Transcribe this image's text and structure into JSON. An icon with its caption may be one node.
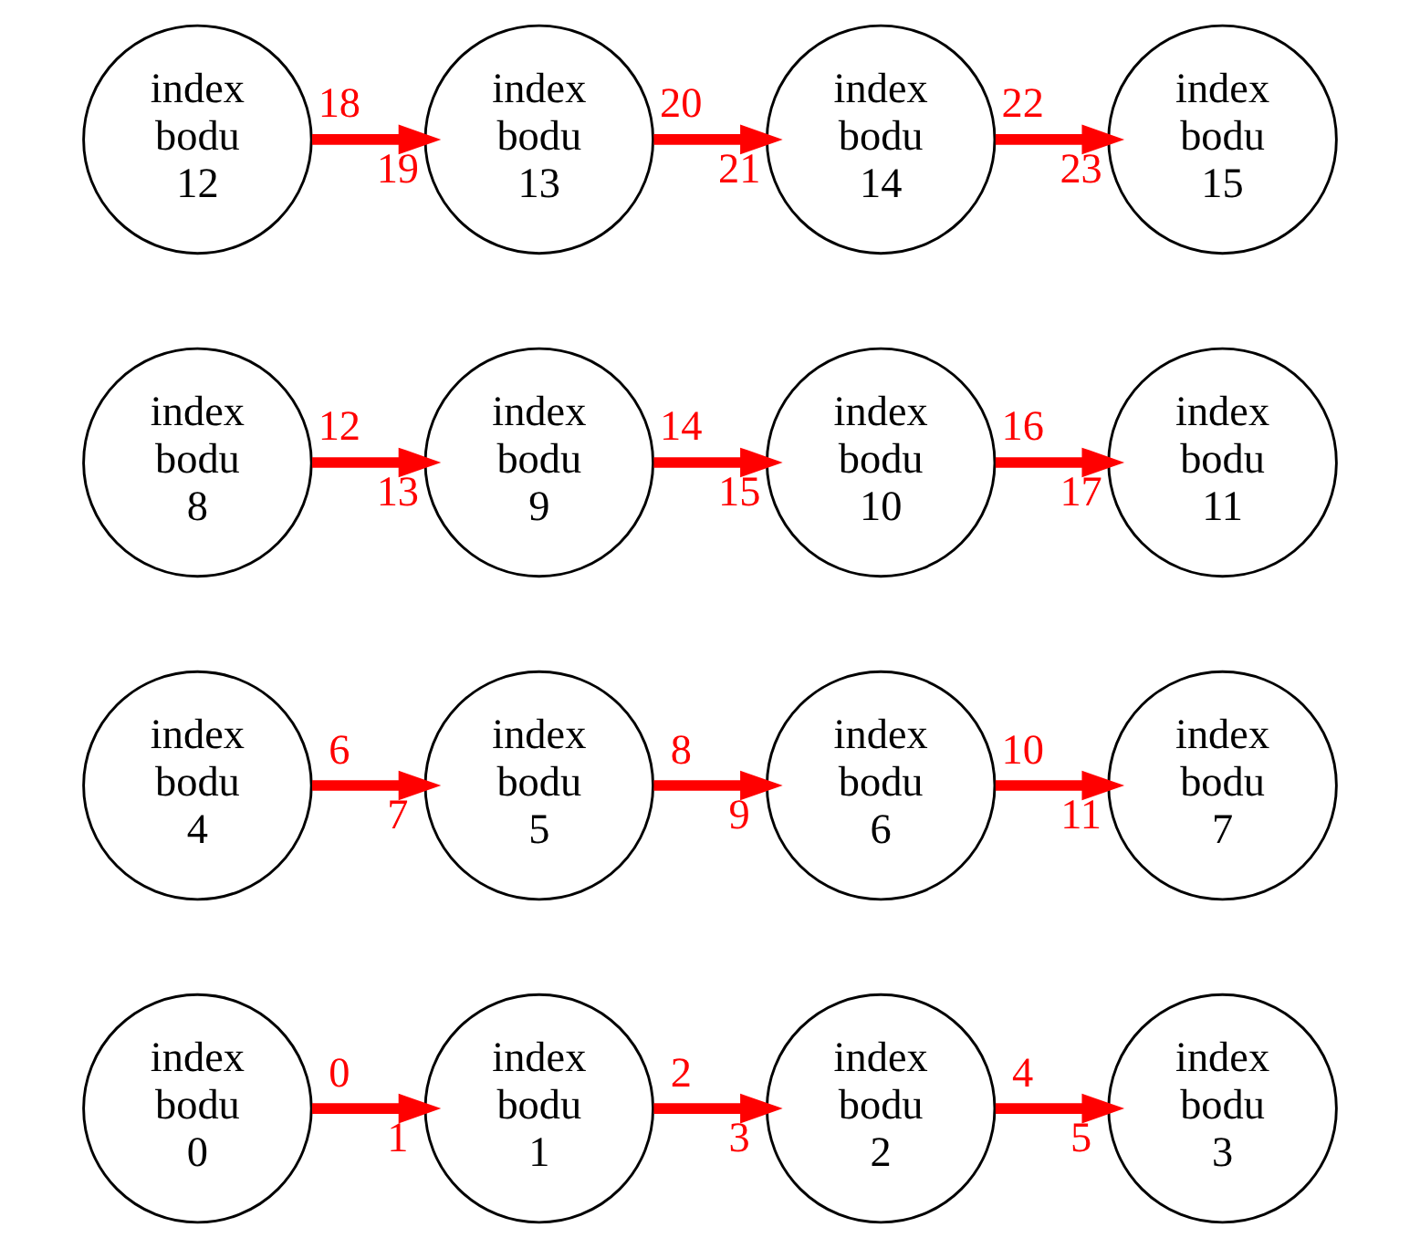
{
  "diagram": {
    "nodes": [
      {
        "text": [
          "index bodu 0"
        ]
      },
      {
        "text": [
          "index bodu 1"
        ]
      },
      {
        "text": [
          "index bodu 2"
        ]
      },
      {
        "text": [
          "index bodu 3"
        ]
      },
      {
        "text": [
          "index bodu 4"
        ]
      },
      {
        "text": [
          "index bodu 5"
        ]
      },
      {
        "text": [
          "index bodu 6"
        ]
      },
      {
        "text": [
          "index bodu 7"
        ]
      },
      {
        "text": [
          "index bodu 8"
        ]
      },
      {
        "text": [
          "index bodu 9"
        ]
      },
      {
        "text": [
          "index bodu 10"
        ]
      },
      {
        "text": [
          "index bodu 11"
        ]
      },
      {
        "text": [
          "index bodu 12"
        ]
      },
      {
        "text": [
          "index bodu 13"
        ]
      },
      {
        "text": [
          "index bodu 14"
        ]
      },
      {
        "text": [
          "index bodu 15"
        ]
      }
    ],
    "edges": [
      {
        "from": 0,
        "to": 1,
        "arrow": "to"
      },
      {
        "from": 1,
        "to": 2,
        "arrow": "to"
      },
      {
        "from": 2,
        "to": 3,
        "arrow": "to"
      },
      {
        "from": 4,
        "to": 5,
        "arrow": "to"
      },
      {
        "from": 5,
        "to": 6,
        "arrow": "to"
      },
      {
        "from": 6,
        "to": 7,
        "arrow": "to"
      },
      {
        "from": 8,
        "to": 9,
        "arrow": "to"
      },
      {
        "from": 9,
        "to": 10,
        "arrow": "to"
      },
      {
        "from": 10,
        "to": 11,
        "arrow": "to"
      },
      {
        "from": 12,
        "to": 13,
        "arrow": "to"
      },
      {
        "from": 13,
        "to": 14,
        "arrow": "to"
      },
      {
        "from": 14,
        "to": 15,
        "arrow": "to"
      }
    ],
    "labels": [
      "0",
      "1",
      "2",
      "3",
      "4",
      "5",
      "6",
      "7",
      "8",
      "9",
      "10",
      "11",
      "12",
      "13",
      "14",
      "15",
      "16",
      "17",
      "18",
      "19",
      "20",
      "21",
      "22",
      "23"
    ]
  }
}
